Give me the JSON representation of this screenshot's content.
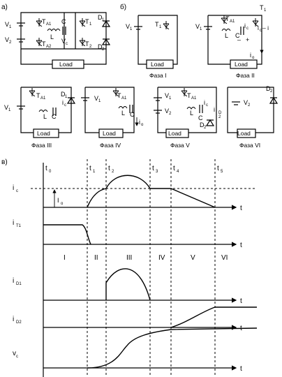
{
  "panel_labels": {
    "a": "а)",
    "b": "б)",
    "c": "в)"
  },
  "load_label": "Load",
  "components": {
    "V": "V",
    "T": "T",
    "D": "D",
    "L": "L",
    "C": "C",
    "Vc": "V",
    "Vc_sub": "c",
    "i": "i",
    "ic": "i",
    "ic_sub": "c",
    "io": "i",
    "io_sub": "o",
    "ic_minus_io": "i",
    "ic_minus_io_mid": "c",
    "ic_minus_io_tail": "– i",
    "ic_minus_io_sub": "o",
    "plus": "+",
    "minus": "–"
  },
  "subscripts": {
    "one": "1",
    "two": "2",
    "A1": "A1",
    "A2": "A2",
    "D_sub": "D"
  },
  "phase_captions": [
    "Фаза I",
    "Фаза II",
    "Фаза III",
    "Фаза IV",
    "Фаза V",
    "Фаза VI"
  ],
  "timing": {
    "time_marks": [
      {
        "main": "t",
        "sub": "0"
      },
      {
        "main": "t",
        "sub": "1"
      },
      {
        "main": "t",
        "sub": "2"
      },
      {
        "main": "t",
        "sub": "3"
      },
      {
        "main": "t",
        "sub": "4"
      },
      {
        "main": "t",
        "sub": "5"
      }
    ],
    "axis_t": "t",
    "rows": [
      {
        "main": "i",
        "sub": "c"
      },
      {
        "main": "i",
        "sub": "T1"
      },
      {
        "main": "i",
        "sub": "D1"
      },
      {
        "main": "i",
        "sub": "D2"
      },
      {
        "main": "v",
        "sub": "c"
      }
    ],
    "io_marker": {
      "main": "I",
      "sub": "o"
    },
    "intervals": [
      "I",
      "II",
      "III",
      "IV",
      "V",
      "VI"
    ]
  }
}
